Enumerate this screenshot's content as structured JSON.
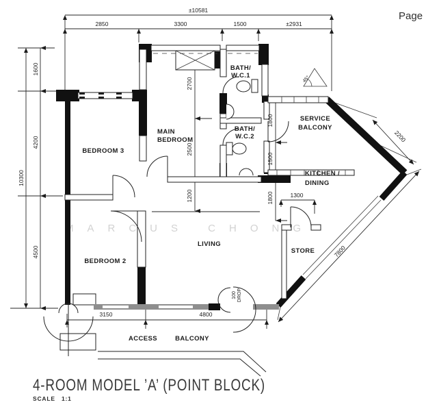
{
  "header": {
    "page_label": "Page"
  },
  "title_block": {
    "title": "4-ROOM MODEL ’A’ (POINT BLOCK)",
    "scale_label": "SCALE",
    "scale_value": "1:1"
  },
  "watermark": "MARCUS CHONG",
  "rooms": {
    "bedroom3": "BEDROOM 3",
    "main_bedroom": [
      "MAIN",
      "BEDROOM"
    ],
    "bath_wc1": [
      "BATH/",
      "W.C.1"
    ],
    "bath_wc2": [
      "BATH/",
      "W.C.2"
    ],
    "service_balcony": [
      "SERVICE",
      "BALCONY"
    ],
    "kitchen_dining": [
      "KITCHEN /",
      "DINING"
    ],
    "store": "STORE",
    "bedroom2": "BEDROOM 2",
    "living": "LIVING",
    "access_balcony": [
      "ACCESS",
      "BALCONY"
    ]
  },
  "dimensions": {
    "overall_width": "±10581",
    "top_segments": [
      "2850",
      "3300",
      "1500",
      "±2931"
    ],
    "overall_height": "10300",
    "left_segments": [
      "1600",
      "4200",
      "4500"
    ],
    "main_bedroom_depths": [
      "2700",
      "2500",
      "1200"
    ],
    "right_segments": [
      "1800",
      "1500",
      "1800"
    ],
    "store_width": "1300",
    "service_balcony_diagonal": "2200",
    "living_diagonal": "7800",
    "bottom_segments": [
      "3150",
      "4800"
    ]
  },
  "annotations": {
    "angle": "45°",
    "drop": [
      "100",
      "DROP"
    ]
  }
}
